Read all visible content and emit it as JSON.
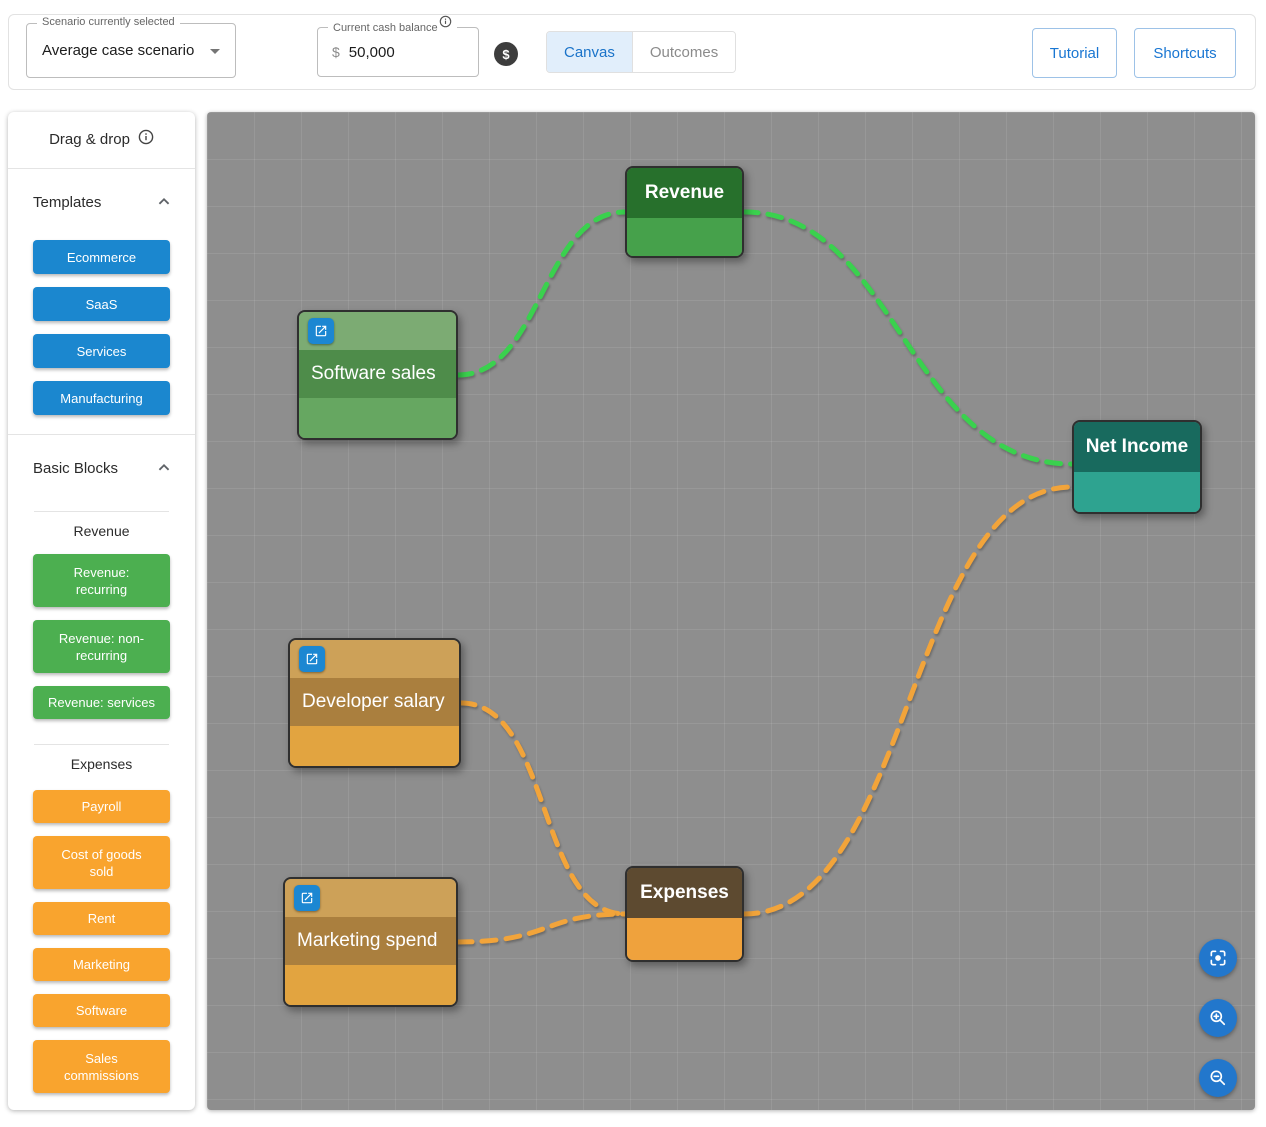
{
  "topbar": {
    "scenario": {
      "label": "Scenario currently selected",
      "value": "Average case scenario"
    },
    "cash": {
      "label": "Current cash balance",
      "currency": "$",
      "value": "50,000"
    },
    "tabs": [
      {
        "label": "Canvas",
        "active": true
      },
      {
        "label": "Outcomes",
        "active": false
      }
    ],
    "tutorial": "Tutorial",
    "shortcuts": "Shortcuts"
  },
  "icons": {
    "dollar": "$"
  },
  "sidebar": {
    "title": "Drag & drop",
    "templates": {
      "title": "Templates",
      "items": [
        "Ecommerce",
        "SaaS",
        "Services",
        "Manufacturing"
      ]
    },
    "basic_blocks": {
      "title": "Basic Blocks",
      "groups": [
        {
          "heading": "Revenue",
          "color": "#4caf50",
          "items": [
            "Revenue: recurring",
            "Revenue: non-recurring",
            "Revenue: services"
          ]
        },
        {
          "heading": "Expenses",
          "color": "#f9a42e",
          "items": [
            "Payroll",
            "Cost of goods sold",
            "Rent",
            "Marketing",
            "Software",
            "Sales commissions"
          ]
        }
      ]
    }
  },
  "canvas": {
    "nodes": [
      {
        "id": "revenue",
        "label": "Revenue",
        "kind": "category",
        "color": "#46a14b"
      },
      {
        "id": "software-sales",
        "label": "Software sales",
        "kind": "block",
        "color": "#4e8c4a"
      },
      {
        "id": "net-income",
        "label": "Net Income",
        "kind": "category",
        "color": "#2ea390"
      },
      {
        "id": "developer-salary",
        "label": "Developer salary",
        "kind": "block",
        "color": "#aa7f3e"
      },
      {
        "id": "expenses",
        "label": "Expenses",
        "kind": "category",
        "color": "#efa23d"
      },
      {
        "id": "marketing-spend",
        "label": "Marketing spend",
        "kind": "block",
        "color": "#aa7f3e"
      }
    ],
    "edges": [
      {
        "from": "software-sales",
        "to": "revenue",
        "color": "#3ad14e"
      },
      {
        "from": "revenue",
        "to": "net-income",
        "color": "#3ad14e"
      },
      {
        "from": "developer-salary",
        "to": "expenses",
        "color": "#f2a43a"
      },
      {
        "from": "marketing-spend",
        "to": "expenses",
        "color": "#f2a43a"
      },
      {
        "from": "expenses",
        "to": "net-income",
        "color": "#f2a43a"
      }
    ],
    "controls": [
      "fit-view",
      "zoom-in",
      "zoom-out"
    ]
  },
  "colors": {
    "accent_blue": "#1976d2",
    "sidebar_blue": "#1b87cf",
    "edge_green": "#3ad14e",
    "edge_orange": "#f2a43a"
  }
}
